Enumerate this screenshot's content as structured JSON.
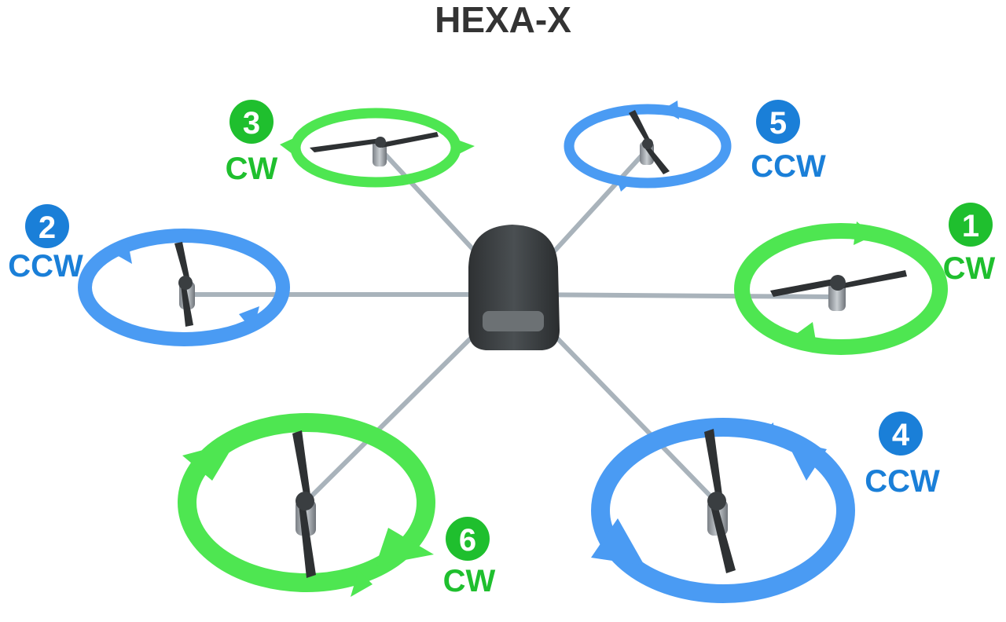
{
  "title": "HEXA-X",
  "colors": {
    "cw": "#1fbf2e",
    "ccw": "#1a7fd8",
    "cw_ring": "#4ee651",
    "ccw_ring": "#4a9bf3",
    "arm": "#a9b3bb",
    "body": "#3e4244",
    "title": "#333333"
  },
  "motors": [
    {
      "number": "1",
      "direction": "CW"
    },
    {
      "number": "2",
      "direction": "CCW"
    },
    {
      "number": "3",
      "direction": "CW"
    },
    {
      "number": "4",
      "direction": "CCW"
    },
    {
      "number": "5",
      "direction": "CCW"
    },
    {
      "number": "6",
      "direction": "CW"
    }
  ]
}
